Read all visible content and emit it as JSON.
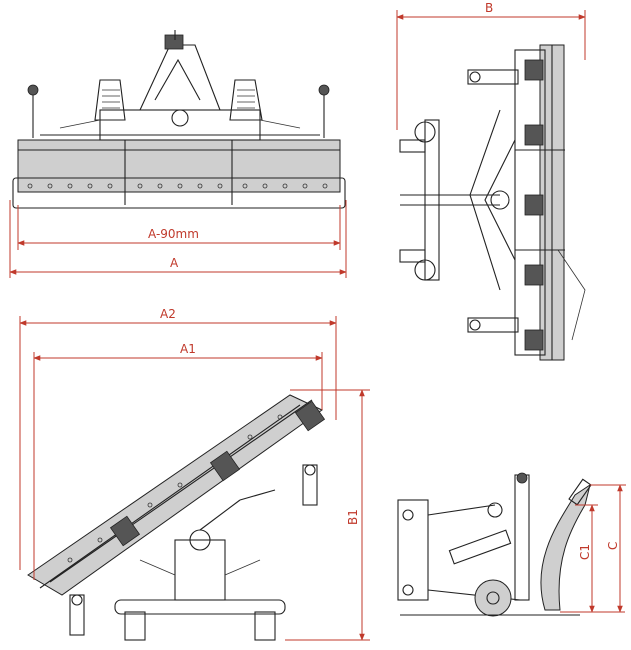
{
  "labels": {
    "front_width_inner": "A-90mm",
    "front_width": "A",
    "top_depth": "B",
    "angled_width_outer": "A2",
    "angled_width_inner": "A1",
    "angled_depth": "B1",
    "side_height_inner": "C1",
    "side_height": "C"
  },
  "colors": {
    "dimension": "#c0392b",
    "ink": "#222222"
  }
}
